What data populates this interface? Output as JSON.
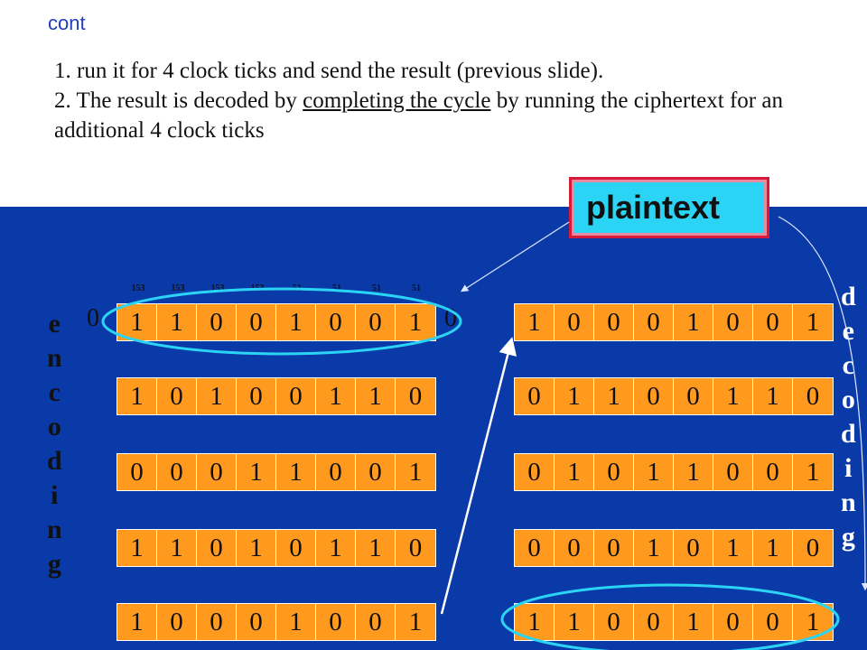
{
  "slide": {
    "top_label": "cont",
    "bullet_1": "1. run it for 4 clock ticks and send the result (previous slide).",
    "bullet_2_pre": "2. The result is decoded by ",
    "bullet_2_underlined": "completing the cycle",
    "bullet_2_post": " by running the ciphertext for an additional 4 clock ticks"
  },
  "plaintext_label": "plaintext",
  "encoding_letters": [
    "e",
    "n",
    "c",
    "o",
    "d",
    "i",
    "n",
    "g"
  ],
  "decoding_letters": [
    "d",
    "e",
    "c",
    "o",
    "d",
    "i",
    "n",
    "g"
  ],
  "pad_bits": {
    "left": "0",
    "right": "0"
  },
  "tap_labels": [
    "153",
    "153",
    "153",
    "153",
    "51",
    "51",
    "51",
    "51"
  ],
  "encoding_registers": [
    [
      "1",
      "1",
      "0",
      "0",
      "1",
      "0",
      "0",
      "1"
    ],
    [
      "1",
      "0",
      "1",
      "0",
      "0",
      "1",
      "1",
      "0"
    ],
    [
      "0",
      "0",
      "0",
      "1",
      "1",
      "0",
      "0",
      "1"
    ],
    [
      "1",
      "1",
      "0",
      "1",
      "0",
      "1",
      "1",
      "0"
    ],
    [
      "1",
      "0",
      "0",
      "0",
      "1",
      "0",
      "0",
      "1"
    ]
  ],
  "decoding_registers": [
    [
      "1",
      "0",
      "0",
      "0",
      "1",
      "0",
      "0",
      "1"
    ],
    [
      "0",
      "1",
      "1",
      "0",
      "0",
      "1",
      "1",
      "0"
    ],
    [
      "0",
      "1",
      "0",
      "1",
      "1",
      "0",
      "0",
      "1"
    ],
    [
      "0",
      "0",
      "0",
      "1",
      "0",
      "1",
      "1",
      "0"
    ],
    [
      "1",
      "1",
      "0",
      "0",
      "1",
      "0",
      "0",
      "1"
    ]
  ],
  "colors": {
    "panel_blue": "#0a3aa8",
    "register_orange": "#ff9a1e",
    "highlight_ellipse": "#2bd4f4",
    "plaintext_box": "#2bd4f4",
    "plaintext_border": "#d81a3a"
  }
}
